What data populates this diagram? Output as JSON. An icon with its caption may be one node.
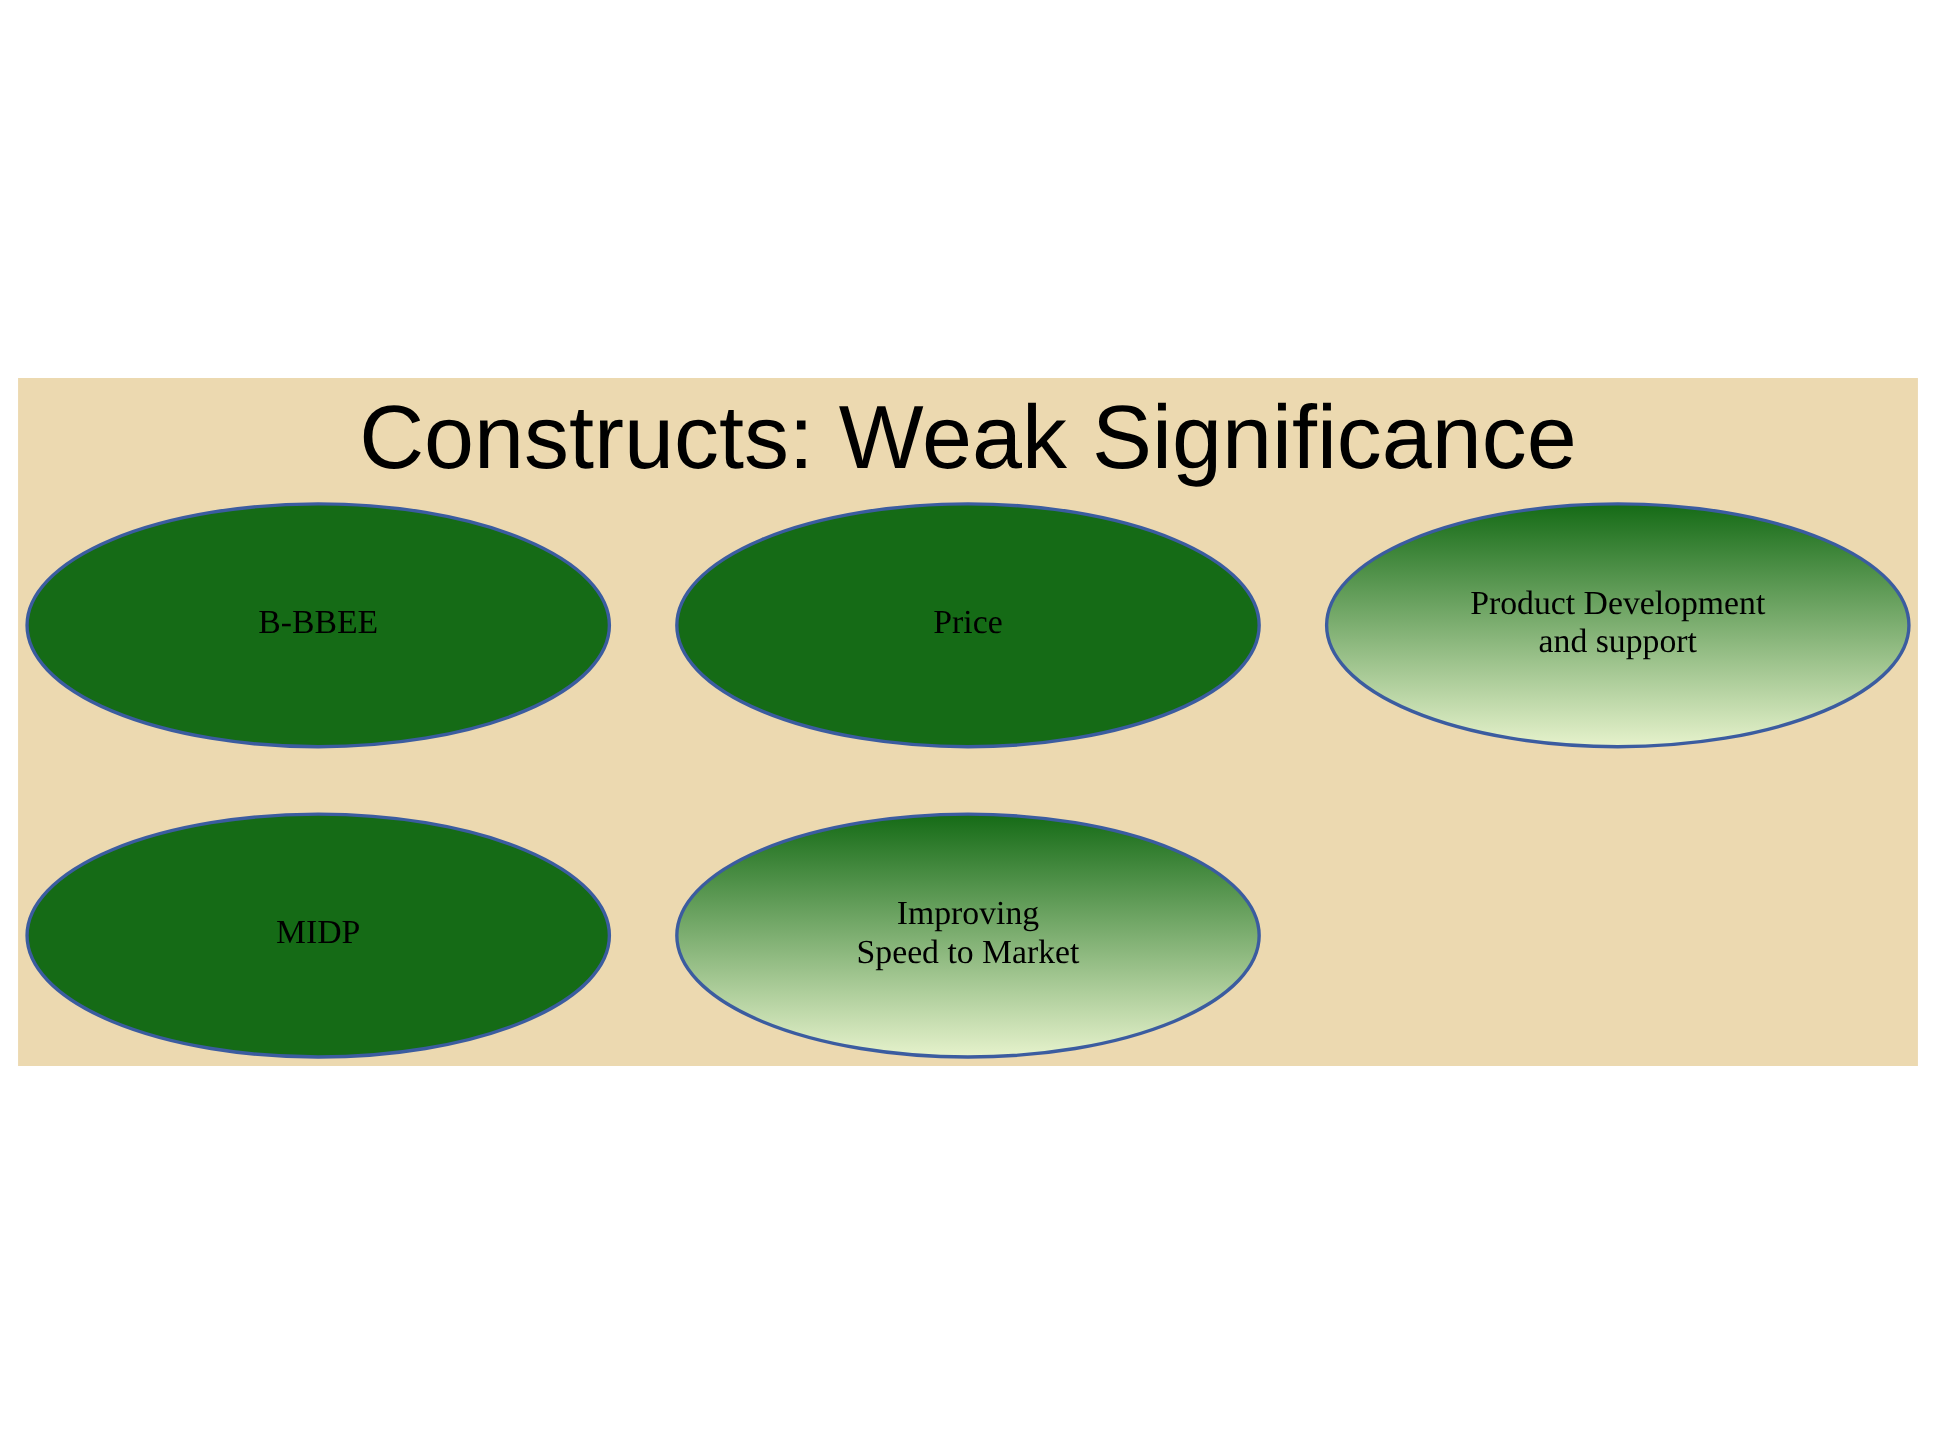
{
  "diagram": {
    "title": "Constructs: Weak Significance",
    "nodes": [
      {
        "text": [
          "B-BBEE"
        ]
      },
      {
        "text": [
          "MIDP"
        ]
      },
      {
        "text": [
          "Price"
        ]
      },
      {
        "text": [
          "Improving Speed to Market"
        ]
      },
      {
        "text": [
          "Product Development and support"
        ]
      }
    ]
  }
}
